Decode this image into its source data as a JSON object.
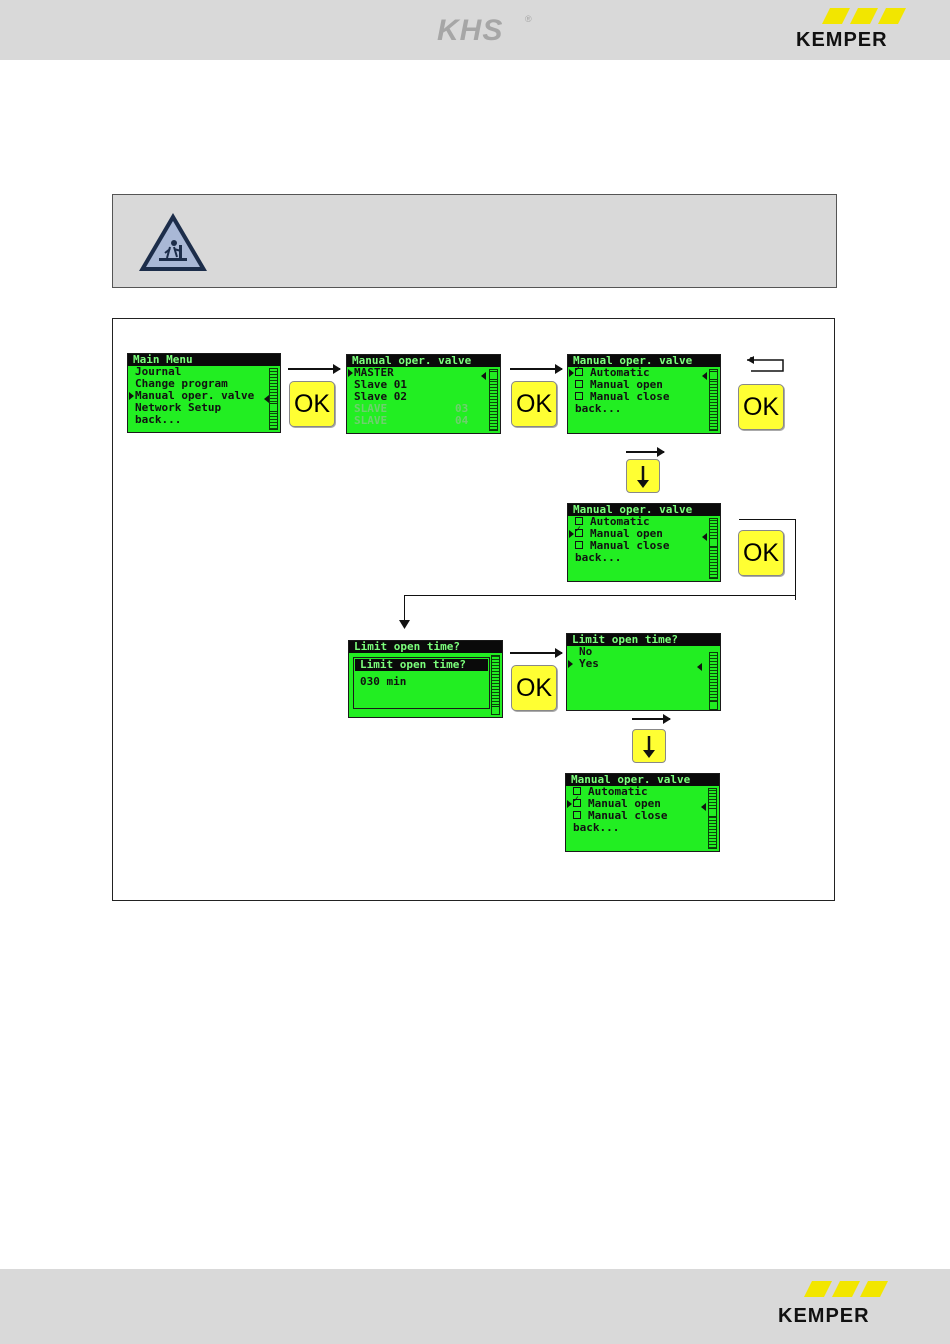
{
  "header": {
    "khs_logo": "KHS",
    "registered": "®",
    "brand_logo": "KEMPER"
  },
  "footer": {
    "brand_logo": "KEMPER"
  },
  "colors": {
    "lcd_green": "#22ee22",
    "button_yellow": "#ffff33",
    "band_gray": "#d9d9d9"
  },
  "buttons": {
    "ok_label": "OK"
  },
  "screens": {
    "main_menu": {
      "title": "Main Menu",
      "items": [
        "Journal",
        "Change program",
        "Manual oper. valve",
        "Network Setup",
        "back..."
      ]
    },
    "slaves": {
      "title": "Manual oper. valve",
      "items": [
        "MASTER",
        "Slave 01",
        "Slave 02"
      ],
      "dim_items": [
        [
          "SLAVE",
          "03"
        ],
        [
          "SLAVE",
          "04"
        ]
      ]
    },
    "valve_auto": {
      "title": "Manual oper. valve",
      "items": [
        "Automatic",
        "Manual open",
        "Manual close",
        "back..."
      ]
    },
    "valve_open": {
      "title": "Manual oper. valve",
      "items": [
        "Automatic",
        "Manual open",
        "Manual close",
        "back..."
      ]
    },
    "limit_time": {
      "title": "Limit open time?",
      "sub_title": "Limit open time?",
      "value": "030 min"
    },
    "limit_choice": {
      "title": "Limit open time?",
      "items": [
        "No",
        "Yes"
      ]
    },
    "valve_final": {
      "title": "Manual oper. valve",
      "items": [
        "Automatic",
        "Manual open",
        "Manual close",
        "back..."
      ]
    }
  }
}
